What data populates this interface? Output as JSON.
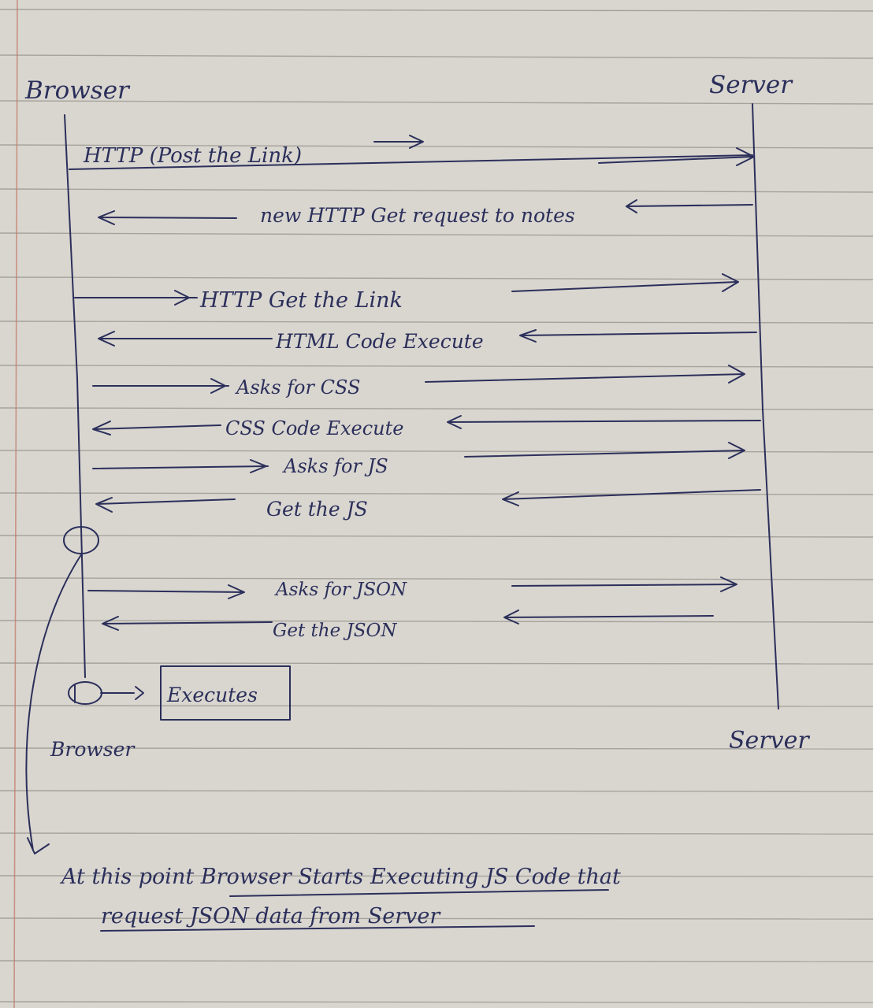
{
  "diagram": {
    "top_labels": {
      "browser": "Browser",
      "server": "Server"
    },
    "bottom_labels": {
      "browser": "Browser",
      "server": "Server"
    },
    "messages": [
      {
        "text": "HTTP (Post the Link)",
        "direction": "to-server"
      },
      {
        "text": "new HTTP Get request to notes",
        "direction": "to-browser"
      },
      {
        "text": "HTTP Get the Link",
        "direction": "to-server"
      },
      {
        "text": "HTML Code Execute",
        "direction": "to-browser"
      },
      {
        "text": "Asks for CSS",
        "direction": "to-server"
      },
      {
        "text": "CSS Code Execute",
        "direction": "to-browser"
      },
      {
        "text": "Asks for JS",
        "direction": "to-server"
      },
      {
        "text": "Get the JS",
        "direction": "to-browser"
      },
      {
        "text": "Asks for JSON",
        "direction": "to-server"
      },
      {
        "text": "Get the JSON",
        "direction": "to-browser"
      }
    ],
    "executes_box": "Executes",
    "note_line1": "At this point Browser Starts Executing JS Code that",
    "note_line2": "request JSON data from Server"
  },
  "colors": {
    "ink": "#2b2f5a",
    "paper": "#d9d6d0",
    "rule": "#a6a29c",
    "margin": "#c27a6a"
  }
}
